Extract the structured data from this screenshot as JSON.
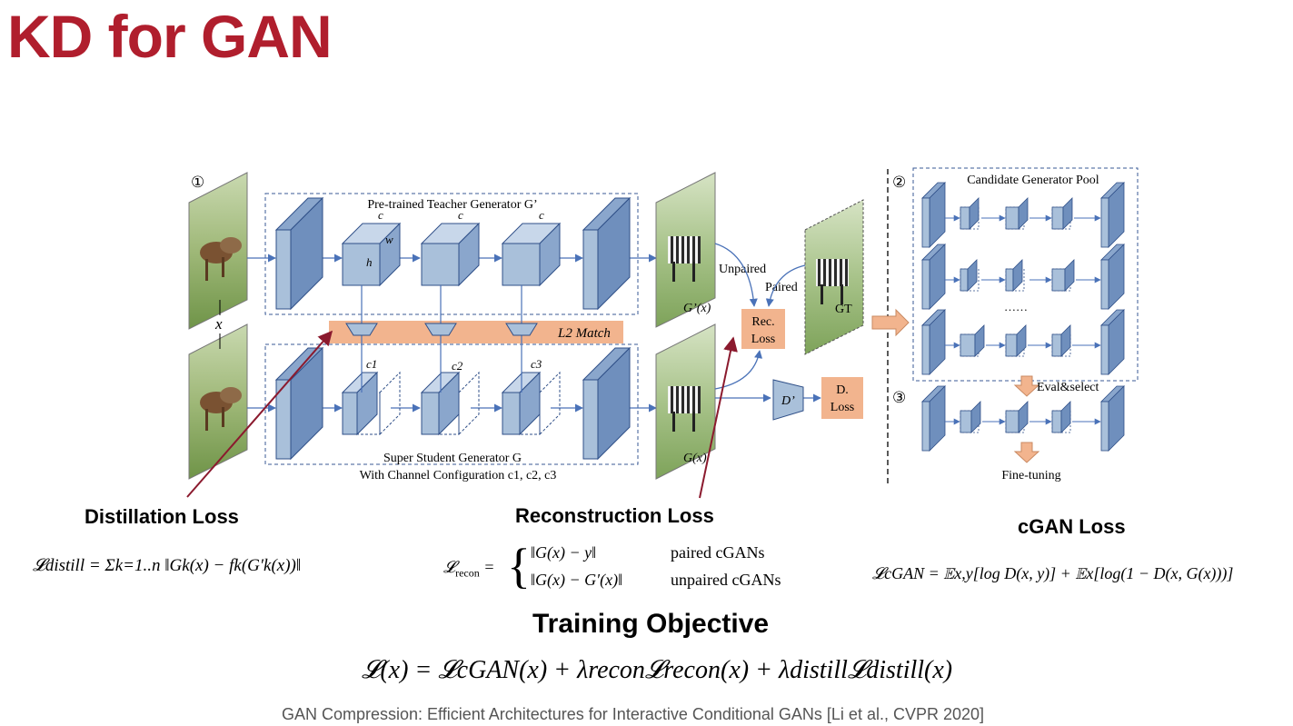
{
  "slide": {
    "title": "KD for GAN",
    "accent_color": "#b01e2d",
    "citation": "GAN Compression: Efficient Architectures for Interactive Conditional GANs [Li et al., CVPR 2020]"
  },
  "diagram": {
    "step1": "①",
    "step2": "②",
    "step3": "③",
    "teacher_label": "Pre-trained Teacher Generator G’",
    "student_label": "Super Student Generator G",
    "channel_config": "With Channel Configuration c1, c2, c3",
    "teacher_dims": {
      "c": "c",
      "w": "w",
      "h": "h"
    },
    "student_channels": [
      "c1",
      "c2",
      "c3"
    ],
    "input_var": "x",
    "l2_match": "L2 Match",
    "teacher_output": "G’(x)",
    "student_output": "G(x)",
    "unpaired": "Unpaired",
    "paired": "Paired",
    "gt": "GT",
    "rec_loss": [
      "Rec.",
      "Loss"
    ],
    "discriminator": "D’",
    "d_loss": [
      "D.",
      "Loss"
    ],
    "candidate_pool": "Candidate Generator Pool",
    "ellipsis": "……",
    "eval_select": "Eval&select",
    "fine_tuning": "Fine-tuning",
    "block_color": "#a9c0da",
    "loss_box_color": "#f2b48e"
  },
  "losses": {
    "distill_heading": "Distillation Loss",
    "recon_heading": "Reconstruction Loss",
    "cgan_heading": "cGAN Loss",
    "distill_formula": "𝓛distill = Σk=1..n ‖Gk(x) − fk(G′k(x))‖",
    "recon_paired": "‖G(x) − y‖",
    "recon_paired_label": "paired cGANs",
    "recon_unpaired": "‖G(x) − G′(x)‖",
    "recon_unpaired_label": "unpaired cGANs",
    "cgan_formula": "𝓛cGAN = 𝔼x,y[log D(x, y)] + 𝔼x[log(1 − D(x, G(x)))]"
  },
  "objective": {
    "heading": "Training Objective",
    "formula": "𝓛(x) = 𝓛cGAN(x) + λrecon𝓛recon(x) + λdistill𝓛distill(x)"
  }
}
